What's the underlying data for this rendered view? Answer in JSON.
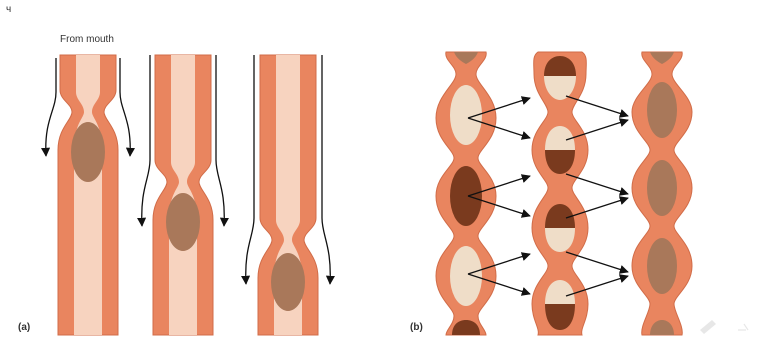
{
  "labels": {
    "from_mouth": "From mouth",
    "panel_a": "(a)",
    "panel_b": "(b)",
    "corner_mark": "ч"
  },
  "colors": {
    "muscle": "#E9855F",
    "muscle_dark": "#D16C48",
    "lumen": "#F7D3BF",
    "bolus": "#A9785A",
    "chyme_light": "#EFDDC8",
    "chyme_dark": "#7A3A1E",
    "line": "#111111"
  },
  "icons": {
    "arrow": "arrow-icon"
  }
}
